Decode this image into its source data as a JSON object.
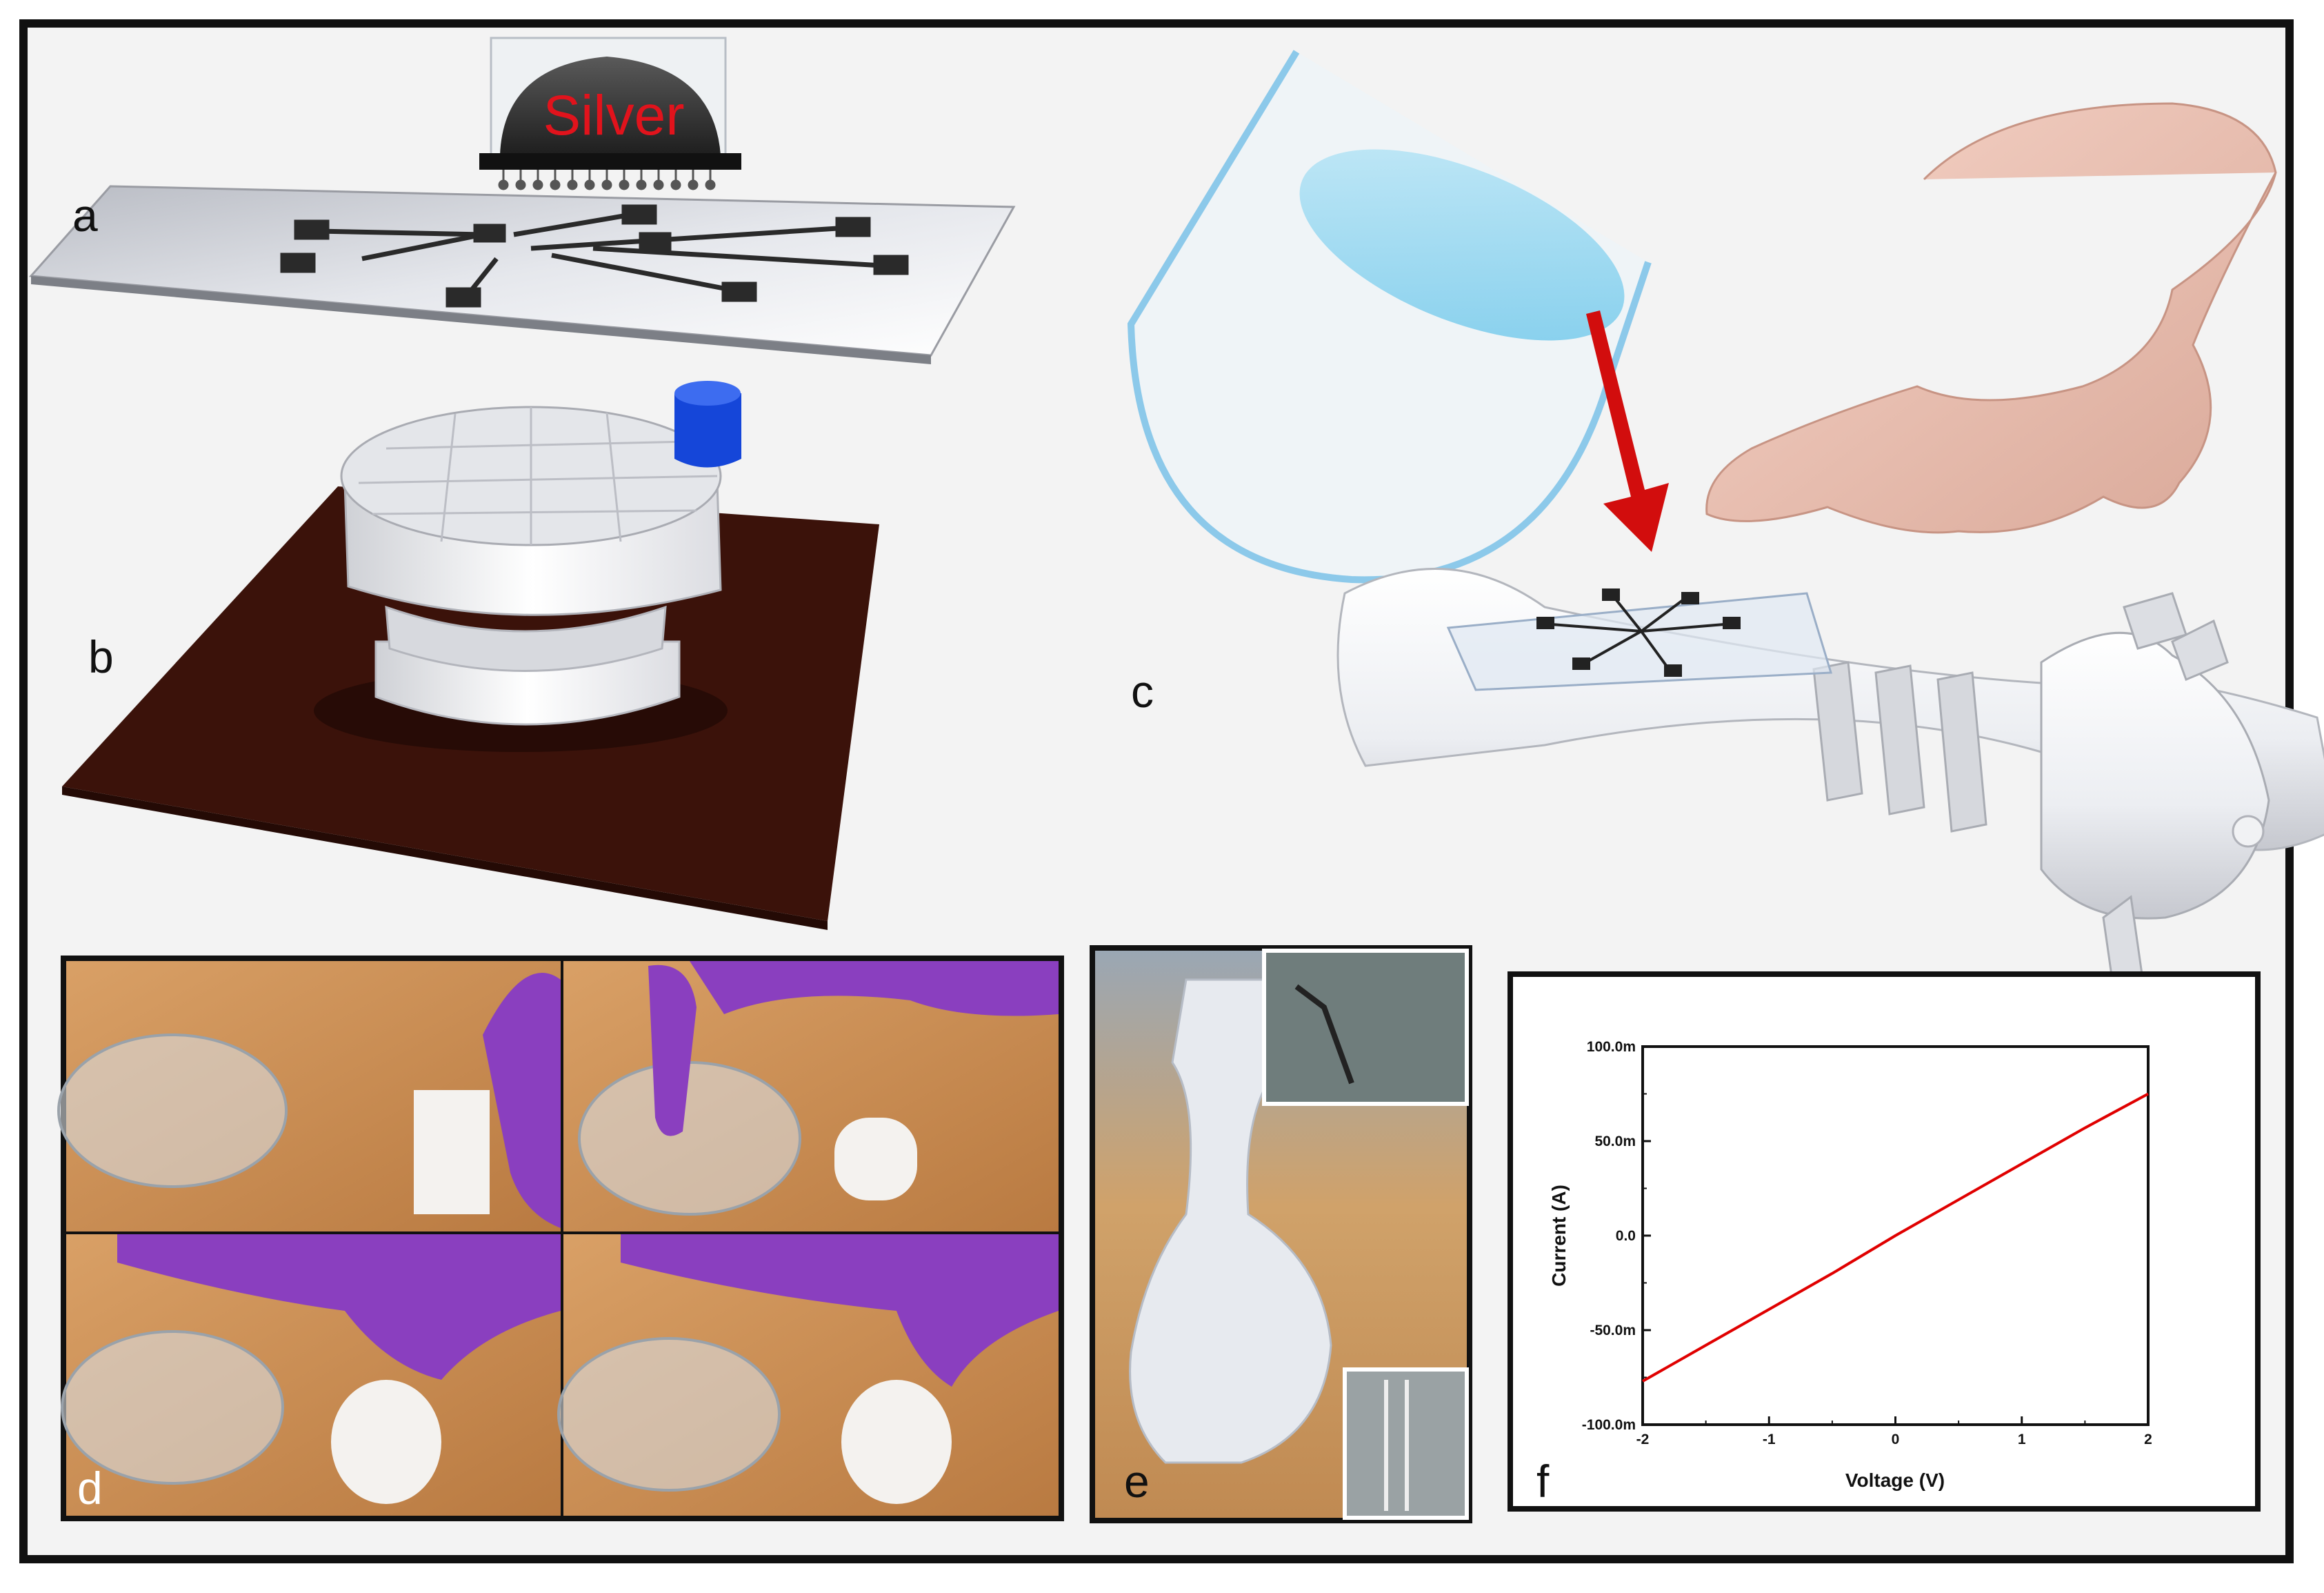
{
  "panel_labels": {
    "a": "a",
    "b": "b",
    "c": "c",
    "d": "d",
    "e": "e",
    "f": "f"
  },
  "printhead_text": "Silver",
  "chart_data": {
    "type": "line",
    "xlabel": "Voltage (V)",
    "ylabel": "Current (A)",
    "xlim": [
      -2,
      2
    ],
    "ylim": [
      -0.1,
      0.1
    ],
    "x_ticks": [
      -2,
      -1,
      0,
      1,
      2
    ],
    "x_tick_labels": [
      "-2",
      "-1",
      "0",
      "1",
      "2"
    ],
    "y_ticks": [
      -0.1,
      -0.05,
      0,
      0.05,
      0.1
    ],
    "y_tick_labels": [
      "-100.0m",
      "-50.0m",
      "0.0",
      "50.0m",
      "100.0m"
    ],
    "grid": false,
    "series": [
      {
        "color": "#e00000",
        "x": [
          -2,
          -1.5,
          -1,
          -0.5,
          0,
          0.5,
          1,
          1.5,
          2
        ],
        "y": [
          -0.077,
          -0.058,
          -0.039,
          -0.02,
          0.0,
          0.019,
          0.038,
          0.057,
          0.075
        ]
      }
    ]
  }
}
